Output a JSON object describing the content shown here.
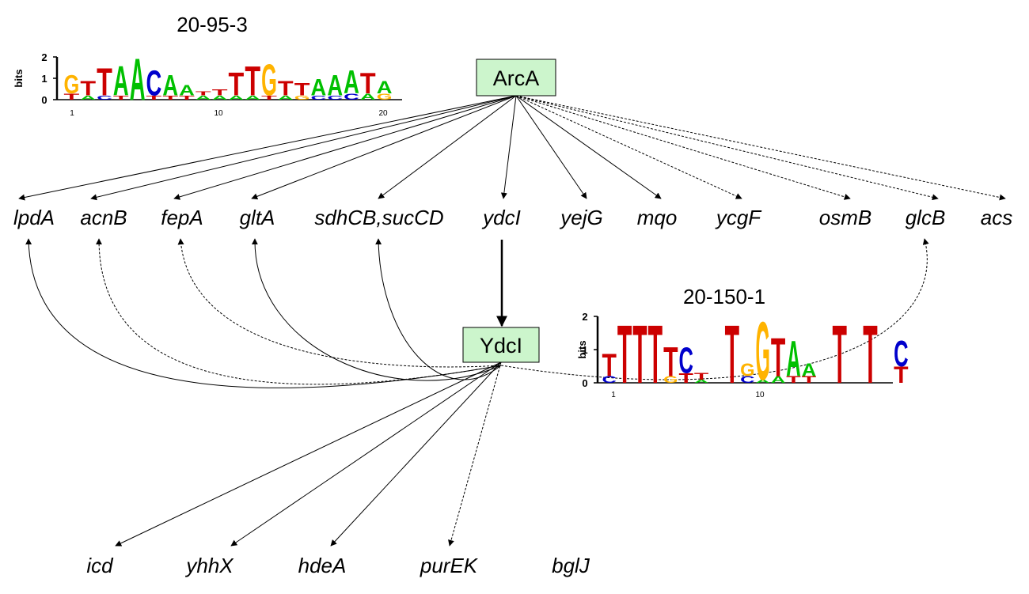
{
  "nodes": {
    "arca": {
      "label": "ArcA"
    },
    "ydci": {
      "label": "YdcI"
    }
  },
  "genes_row1": [
    "lpdA",
    "acnB",
    "fepA",
    "gltA",
    "sdhCB,sucCD",
    "ydcI",
    "yejG",
    "mqo",
    "ycgF",
    "osmB",
    "glcB",
    "acs"
  ],
  "genes_row2": [
    "icd",
    "yhhX",
    "hdeA",
    "purEK",
    "bglJ"
  ],
  "motifs": [
    {
      "id": "motif-20-95-3",
      "title": "20-95-3",
      "axis_label": "bits",
      "y_ticks": [
        "2",
        "1",
        "0"
      ],
      "x_ticks": [
        "1",
        "10",
        "20"
      ],
      "positions": [
        {
          "main": "G",
          "main_h": 0.9,
          "minor": "T",
          "minor_h": 0.3
        },
        {
          "main": "T",
          "main_h": 0.7,
          "minor": "A",
          "minor_h": 0.2
        },
        {
          "main": "T",
          "main_h": 1.3,
          "minor": "C",
          "minor_h": 0.2
        },
        {
          "main": "A",
          "main_h": 1.4,
          "minor": "T",
          "minor_h": 0.2
        },
        {
          "main": "A",
          "main_h": 2.0,
          "minor": "",
          "minor_h": 0
        },
        {
          "main": "C",
          "main_h": 1.2,
          "minor": "T",
          "minor_h": 0.2
        },
        {
          "main": "A",
          "main_h": 1.0,
          "minor": "T",
          "minor_h": 0.2
        },
        {
          "main": "A",
          "main_h": 0.5,
          "minor": "T",
          "minor_h": 0.2
        },
        {
          "main": "T",
          "main_h": 0.2,
          "minor": "A",
          "minor_h": 0.2
        },
        {
          "main": "T",
          "main_h": 0.3,
          "minor": "A",
          "minor_h": 0.2
        },
        {
          "main": "T",
          "main_h": 1.1,
          "minor": "A",
          "minor_h": 0.2
        },
        {
          "main": "T",
          "main_h": 1.4,
          "minor": "A",
          "minor_h": 0.2
        },
        {
          "main": "G",
          "main_h": 1.5,
          "minor": "T",
          "minor_h": 0.2
        },
        {
          "main": "T",
          "main_h": 0.7,
          "minor": "A",
          "minor_h": 0.2
        },
        {
          "main": "T",
          "main_h": 0.6,
          "minor": "G",
          "minor_h": 0.2
        },
        {
          "main": "A",
          "main_h": 0.8,
          "minor": "C",
          "minor_h": 0.2
        },
        {
          "main": "A",
          "main_h": 1.0,
          "minor": "C",
          "minor_h": 0.2
        },
        {
          "main": "A",
          "main_h": 1.1,
          "minor": "C",
          "minor_h": 0.3
        },
        {
          "main": "T",
          "main_h": 1.0,
          "minor": "A",
          "minor_h": 0.3
        },
        {
          "main": "A",
          "main_h": 0.6,
          "minor": "G",
          "minor_h": 0.3
        }
      ]
    },
    {
      "id": "motif-20-150-1",
      "title": "20-150-1",
      "axis_label": "bits",
      "y_ticks": [
        "2",
        "1",
        "0"
      ],
      "x_ticks": [
        "1",
        "10"
      ],
      "positions": [
        {
          "main": "T",
          "main_h": 0.7,
          "minor": "C",
          "minor_h": 0.2
        },
        {
          "main": "T",
          "main_h": 1.8,
          "minor": "",
          "minor_h": 0
        },
        {
          "main": "T",
          "main_h": 1.8,
          "minor": "",
          "minor_h": 0
        },
        {
          "main": "T",
          "main_h": 1.8,
          "minor": "",
          "minor_h": 0
        },
        {
          "main": "T",
          "main_h": 0.9,
          "minor": "G",
          "minor_h": 0.2
        },
        {
          "main": "C",
          "main_h": 0.8,
          "minor": "T",
          "minor_h": 0.3
        },
        {
          "main": "T",
          "main_h": 0.2,
          "minor": "A",
          "minor_h": 0.1
        },
        {
          "main": "",
          "main_h": 0,
          "minor": "",
          "minor_h": 0
        },
        {
          "main": "T",
          "main_h": 1.8,
          "minor": "",
          "minor_h": 0
        },
        {
          "main": "G",
          "main_h": 0.4,
          "minor": "C",
          "minor_h": 0.2
        },
        {
          "main": "G",
          "main_h": 1.8,
          "minor": "A",
          "minor_h": 0.1
        },
        {
          "main": "T",
          "main_h": 1.2,
          "minor": "A",
          "minor_h": 0.2
        },
        {
          "main": "A",
          "main_h": 1.1,
          "minor": "T",
          "minor_h": 0.2
        },
        {
          "main": "A",
          "main_h": 0.4,
          "minor": "T",
          "minor_h": 0.2
        },
        {
          "main": "",
          "main_h": 0,
          "minor": "",
          "minor_h": 0
        },
        {
          "main": "T",
          "main_h": 1.8,
          "minor": "",
          "minor_h": 0
        },
        {
          "main": "",
          "main_h": 0,
          "minor": "",
          "minor_h": 0
        },
        {
          "main": "T",
          "main_h": 1.8,
          "minor": "",
          "minor_h": 0
        },
        {
          "main": "",
          "main_h": 0,
          "minor": "",
          "minor_h": 0
        },
        {
          "main": "C",
          "main_h": 0.8,
          "minor": "T",
          "minor_h": 0.5
        }
      ]
    }
  ],
  "colors": {
    "node_fill": "#ccf5cc",
    "A": "#00c000",
    "C": "#0000cc",
    "G": "#ffb300",
    "T": "#cc0000"
  }
}
